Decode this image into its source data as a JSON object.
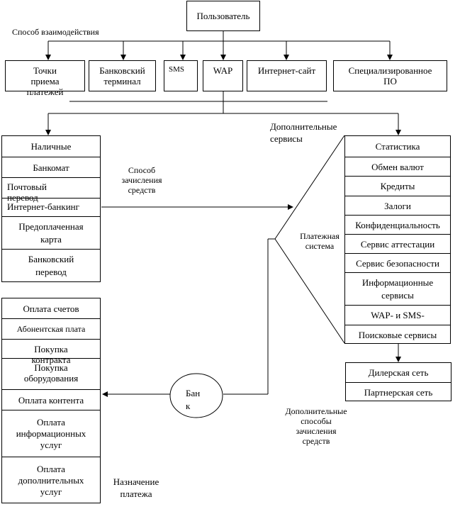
{
  "top": {
    "user": "Пользователь"
  },
  "labels": {
    "interaction": "Способ взаимодействия",
    "extra_services": "Дополнительные\nсервисы",
    "crediting": "Способ\nзачисления\nсредств",
    "payment_system": "Платежная\nсистема",
    "extra_crediting": "Дополнительные\nспособы\nзачисления\nсредств",
    "purpose": "Назначение\nплатежа",
    "bank": "Бан\nк"
  },
  "channels": [
    "Точки\nприема\nплатежей",
    "Банковский\nтерминал",
    "SMS",
    "WAP",
    "Интернет-сайт",
    "Специализированное\nПО"
  ],
  "funding": [
    "Наличные",
    "Банкомат",
    "Почтовый\nперевод",
    "Интернет-банкинг",
    "Предоплаченная\nкарта",
    "Банковский\nперевод"
  ],
  "services": [
    "Статистика",
    "Обмен валют",
    "Кредиты",
    "Залоги",
    "Конфиденциальность",
    "Сервис аттестации",
    "Сервис безопасности",
    "Информационные\nсервисы",
    "WAP- и SMS-",
    "Поисковые сервисы"
  ],
  "partners": [
    "Дилерская сеть",
    "Партнерская сеть"
  ],
  "purposes": [
    "Оплата счетов",
    "Абонентская плата",
    "Покупка\nконтракта",
    "Покупка\nоборудования",
    "Оплата контента",
    "Оплата\nинформационных\nуслуг",
    "Оплата\nдополнительных\nуслуг"
  ]
}
